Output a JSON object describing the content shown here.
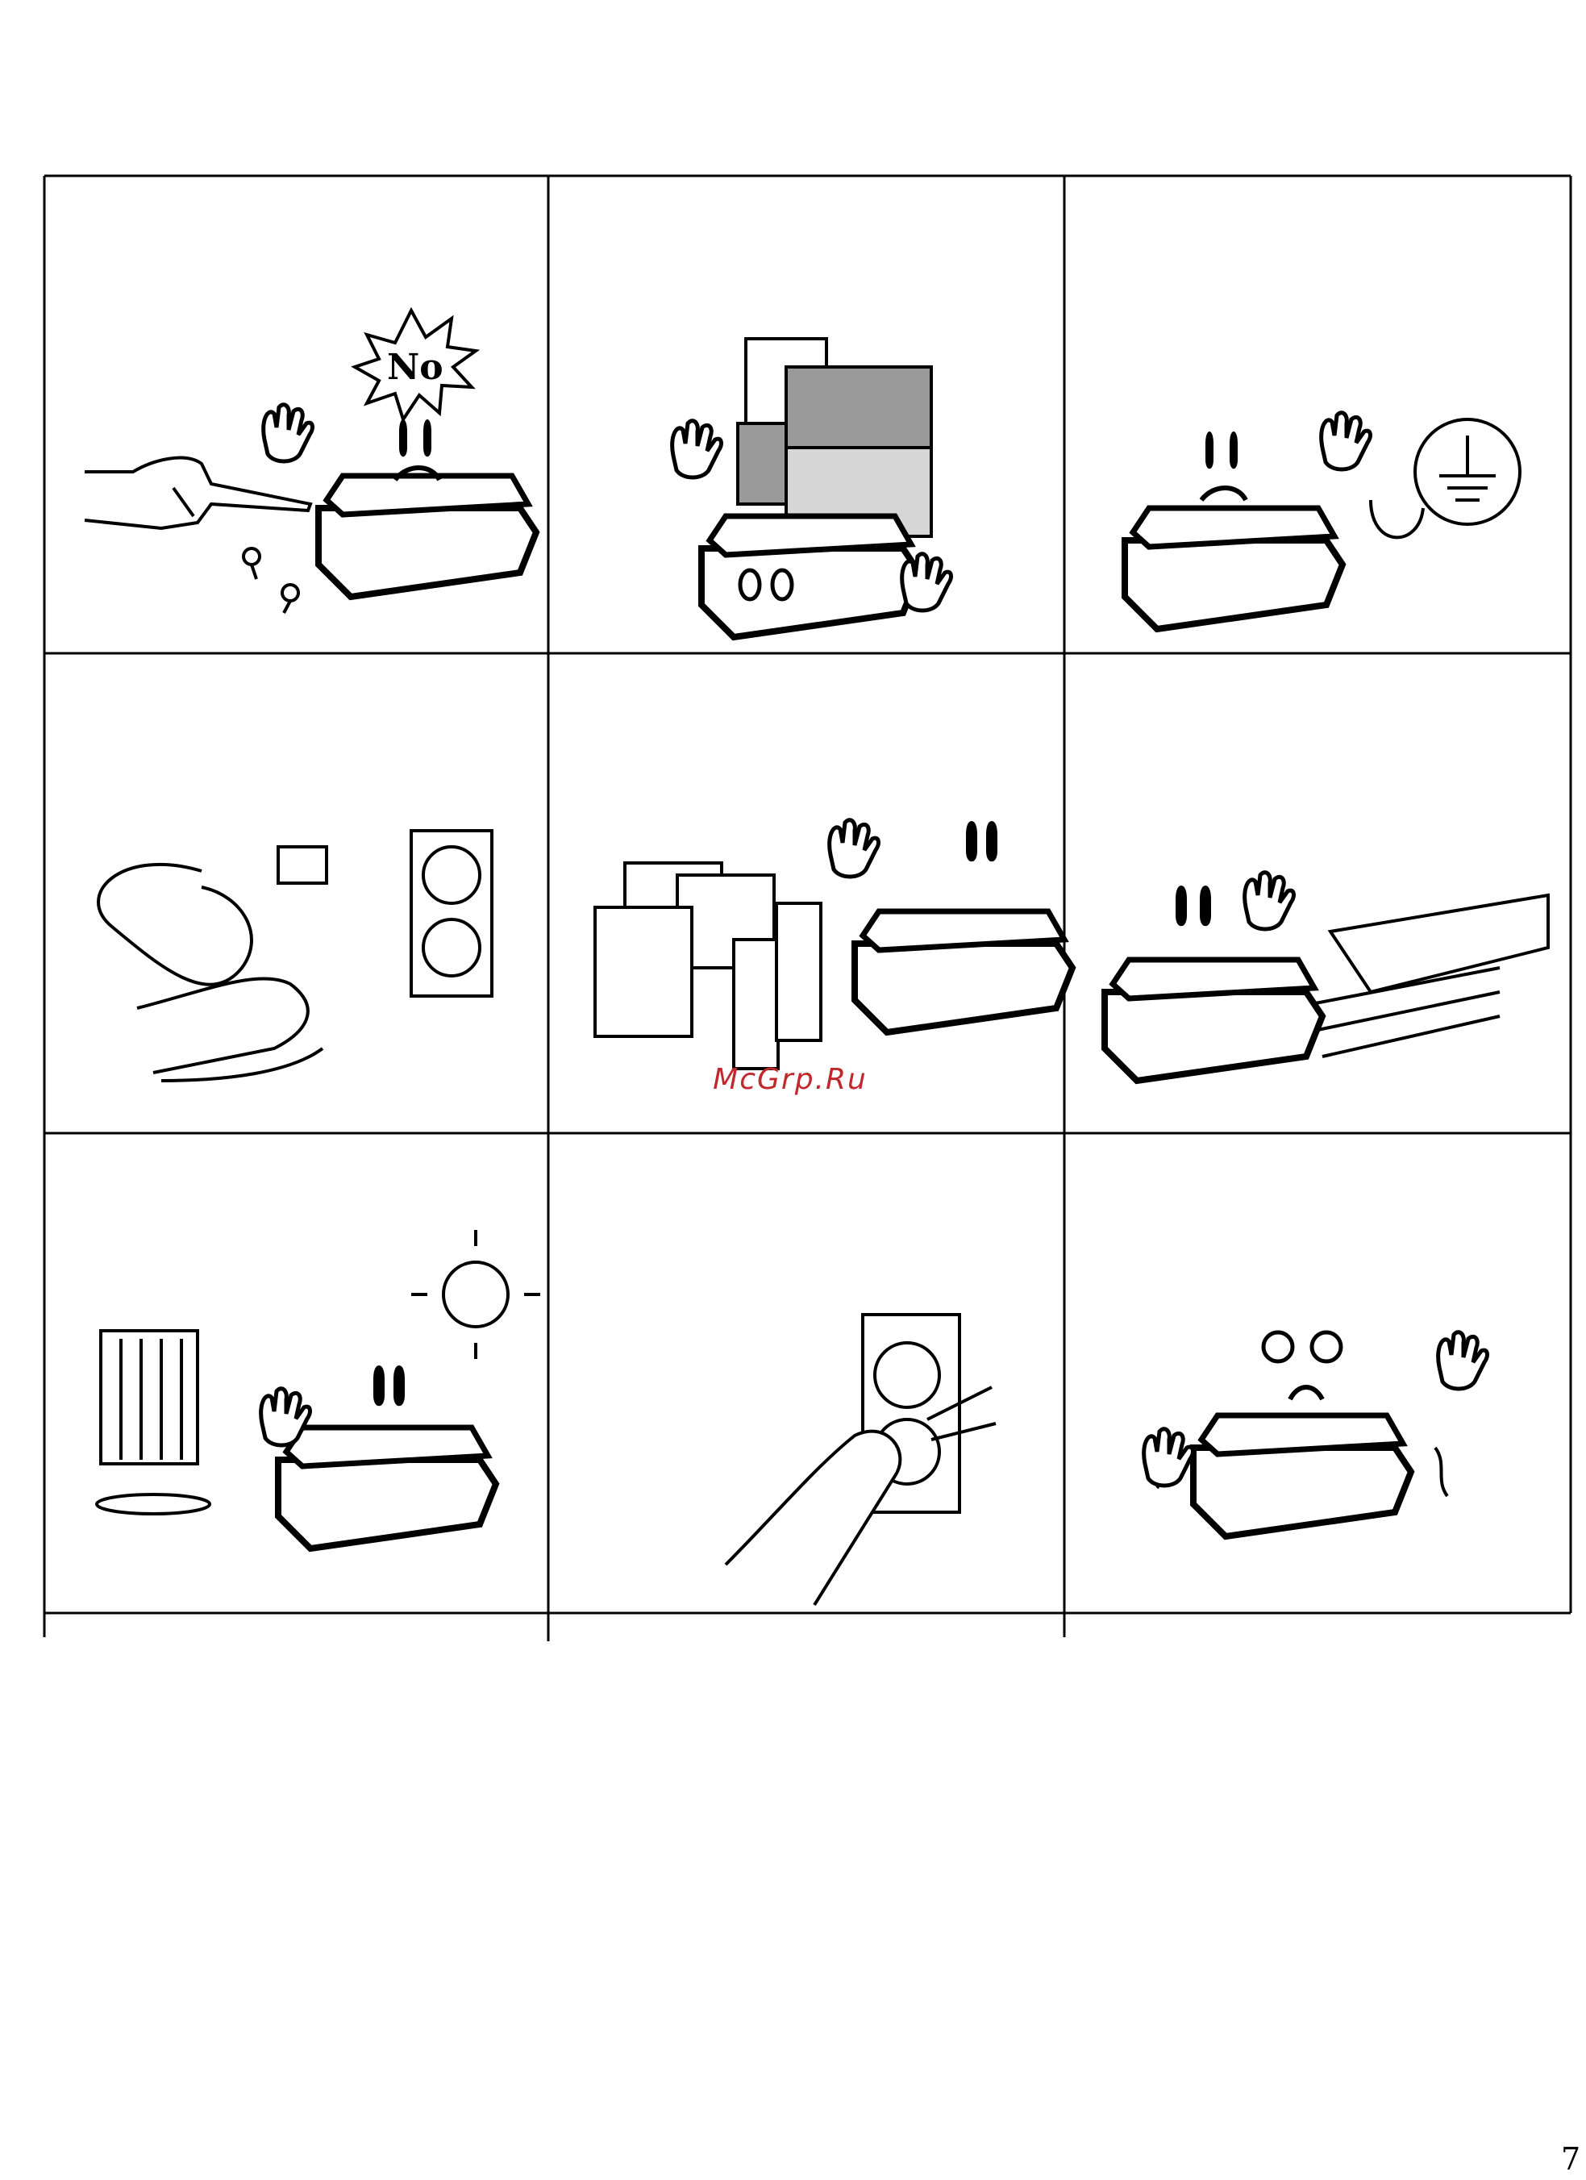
{
  "watermark": {
    "text": "McGrp.Ru"
  },
  "page": {
    "number": "7"
  },
  "panels": [
    {
      "id": "no-disassembly",
      "sign_text": "No",
      "icons": [
        "scale-character",
        "hand-screwdriver",
        "screws",
        "no-burst-sign"
      ]
    },
    {
      "id": "no-overload",
      "icons": [
        "scale-character",
        "heavy-boxes"
      ]
    },
    {
      "id": "grounding",
      "icons": [
        "scale-character",
        "ground-symbol"
      ]
    },
    {
      "id": "power-cord",
      "icons": [
        "hands",
        "plug-cord",
        "wall-socket"
      ]
    },
    {
      "id": "chemicals",
      "icons": [
        "scale-character",
        "canisters",
        "bottles"
      ]
    },
    {
      "id": "humidity",
      "icons": [
        "scale-character",
        "bathtub"
      ]
    },
    {
      "id": "heat-sun",
      "icons": [
        "scale-character",
        "heater",
        "sun"
      ]
    },
    {
      "id": "wet-hands-socket",
      "icons": [
        "hand",
        "wall-socket"
      ]
    },
    {
      "id": "vibration",
      "icons": [
        "scale-character"
      ]
    }
  ],
  "colors": {
    "line": "#000000",
    "watermark": "#c0282d",
    "box_dark": "#9a9a9a",
    "box_light": "#d6d6d6"
  }
}
